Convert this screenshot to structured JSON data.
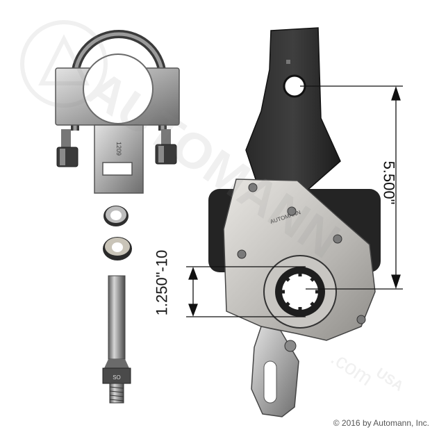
{
  "dimensions": {
    "long": "5.500\"",
    "short": "1.250\"-10"
  },
  "markings": {
    "arm_stamp": "AUTOMANN",
    "clamp_stamp": "1209",
    "hex_stamp": "SO"
  },
  "watermark": {
    "brand": "AUTOMANN",
    "suffix": "USA",
    "domain": ".com"
  },
  "copyright": "© 2016 by Automann, Inc."
}
